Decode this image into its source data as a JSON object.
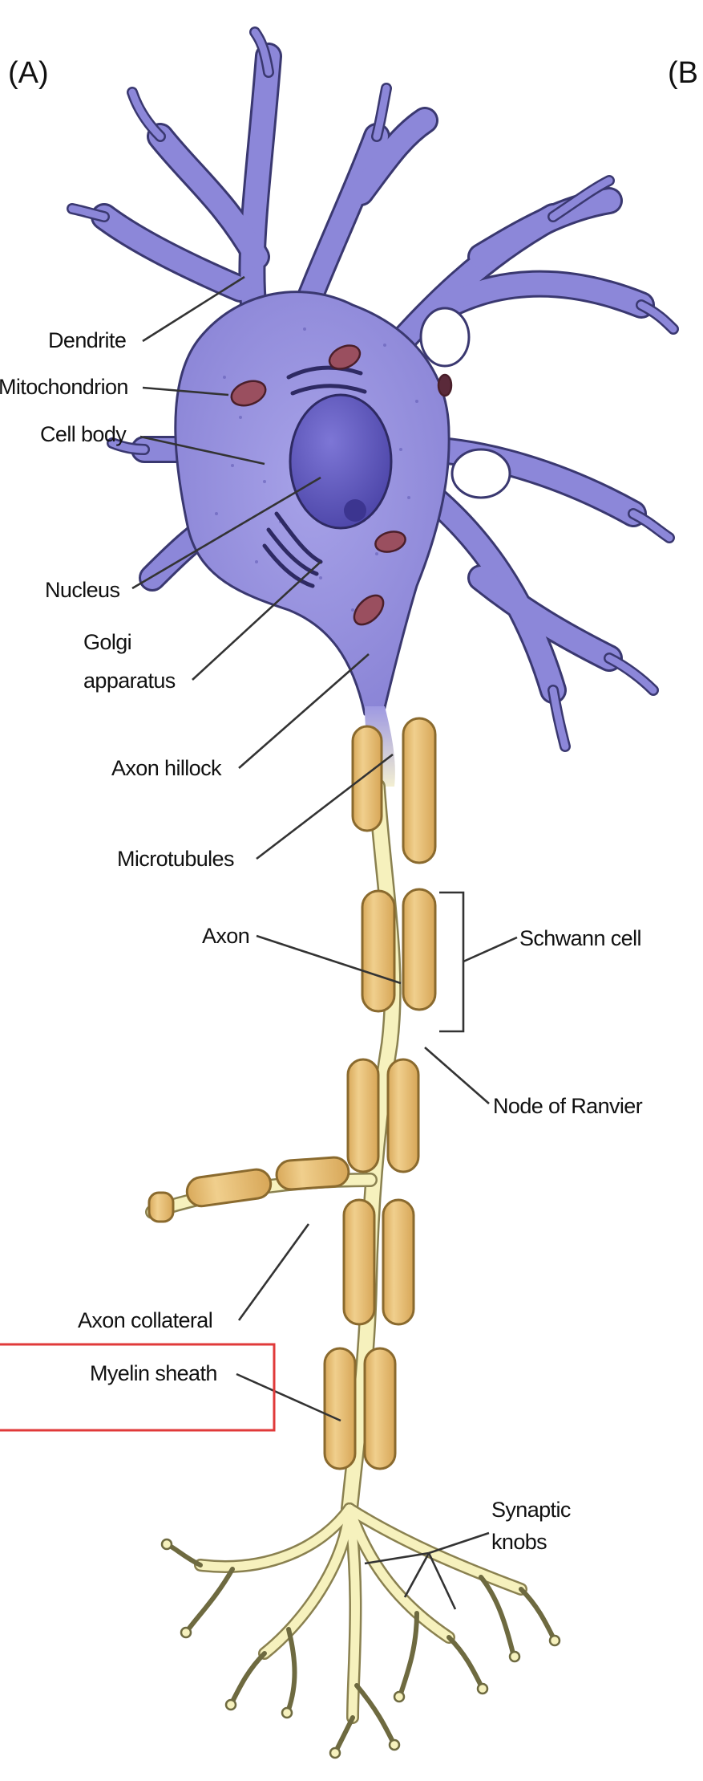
{
  "panels": {
    "a": "(A)",
    "b": "(B"
  },
  "labels": {
    "dendrite": "Dendrite",
    "mitochondrion": "Mitochondrion",
    "cell_body": "Cell body",
    "nucleus": "Nucleus",
    "golgi_1": "Golgi",
    "golgi_2": "apparatus",
    "axon_hillock": "Axon hillock",
    "microtubules": "Microtubules",
    "axon": "Axon",
    "schwann_cell": "Schwann cell",
    "node_of_ranvier": "Node of Ranvier",
    "axon_collateral": "Axon collateral",
    "myelin_sheath": "Myelin sheath",
    "synaptic_1": "Synaptic",
    "synaptic_2": "knobs"
  },
  "colors": {
    "cell_body": "#8c87d9",
    "cell_outline": "#3a3870",
    "nucleus": "#6b63c6",
    "axon": "#f6f1bd",
    "myelin": "#e7c07a",
    "myelin_outline": "#8a6a2e",
    "mitochondria": "#9a4f5f",
    "highlight_box": "#e03a3a"
  }
}
